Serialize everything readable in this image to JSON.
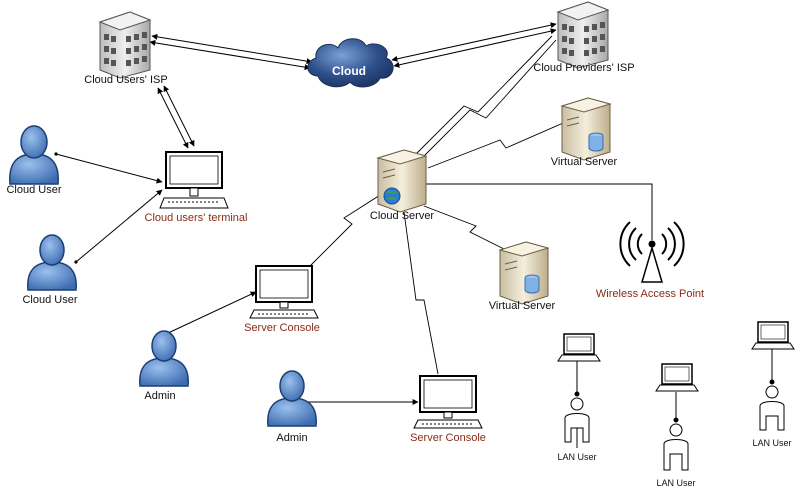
{
  "labels": {
    "cloud": "Cloud",
    "cloud_users_isp": "Cloud Users' ISP",
    "cloud_providers_isp": "Cloud Providers' ISP",
    "cloud_user_1": "Cloud User",
    "cloud_user_2": "Cloud User",
    "cloud_users_terminal": "Cloud users' terminal",
    "cloud_server": "Cloud Server",
    "virtual_server_1": "Virtual Server",
    "virtual_server_2": "Virtual Server",
    "wireless_access_point": "Wireless Access Point",
    "server_console_1": "Server Console",
    "server_console_2": "Server Console",
    "admin_1": "Admin",
    "admin_2": "Admin",
    "lan_user_1": "LAN User",
    "lan_user_2": "LAN User",
    "lan_user_3": "LAN User"
  },
  "colors": {
    "cloud": "#2e4f8a",
    "person": "#4f7fc0",
    "building": "#d9d9d9",
    "server": "#e8dfc6",
    "red_label": "#8b2a17"
  }
}
